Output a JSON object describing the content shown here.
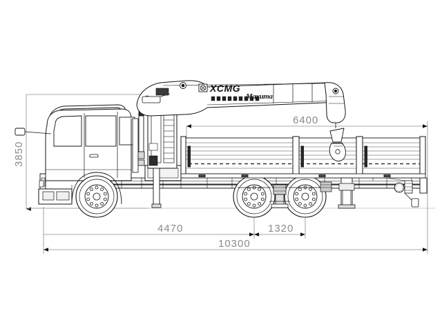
{
  "drawing": {
    "type": "technical-side-elevation",
    "subject": "KAMAZ chassis truck with XCMG knuckle-boom loader crane",
    "background_color": "#ffffff",
    "line_color": "#1a1a1a",
    "dimension_color": "#8a8a8a"
  },
  "branding": {
    "crane_maker": "XCMG",
    "crane_script_logo": "Maxuma",
    "logo_color": "#1a1a1a"
  },
  "dimensions": {
    "height": {
      "label": "3850",
      "orientation": "vertical",
      "unit": "mm"
    },
    "boom_reach": {
      "label": "6400",
      "orientation": "horizontal",
      "unit": "mm"
    },
    "wheelbase_front": {
      "label": "4470",
      "orientation": "horizontal",
      "unit": "mm"
    },
    "bogie_spacing": {
      "label": "1320",
      "orientation": "horizontal",
      "unit": "mm"
    },
    "overall_length": {
      "label": "10300",
      "orientation": "horizontal",
      "unit": "mm"
    }
  },
  "components": {
    "cab": "truck-cab",
    "crane": "knuckle-boom-crane",
    "hook": "hook-block",
    "bed": "flatbed-cargo-body",
    "front_axle": "front-wheel",
    "rear_axles": "tandem-rear-wheels",
    "outriggers": "stabilizer-legs"
  }
}
